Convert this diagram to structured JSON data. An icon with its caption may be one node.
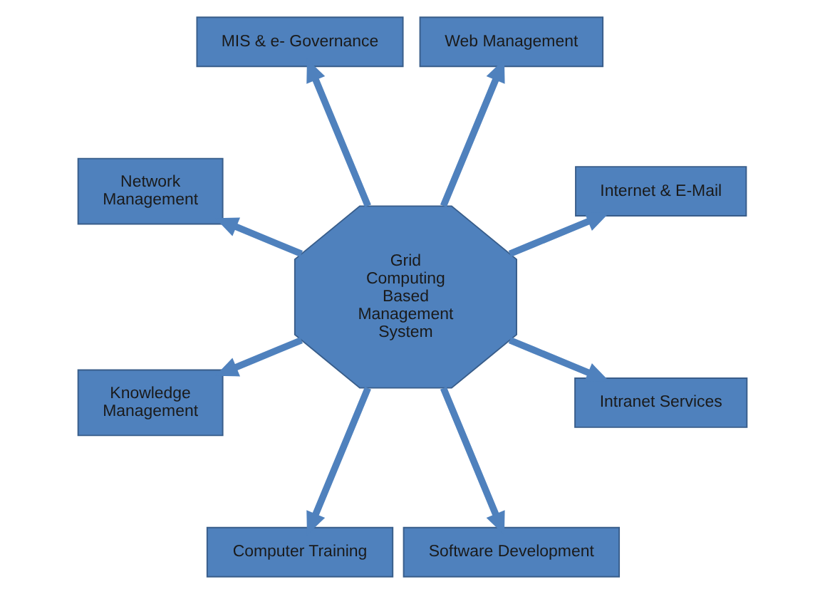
{
  "diagram": {
    "nodes": [
      {
        "text": [
          "Internet & E-Mail"
        ]
      },
      {
        "text": [
          "Web Management"
        ]
      },
      {
        "text": [
          "MIS & e- Governance"
        ]
      },
      {
        "text": [
          "Grid Computing Based Management System"
        ]
      },
      {
        "text": [
          "Network Management"
        ]
      },
      {
        "text": [
          "Knowledge Management"
        ]
      },
      {
        "text": [
          "Computer Training"
        ]
      },
      {
        "text": [
          "Software Development"
        ]
      },
      {
        "text": [
          "Intranet Services"
        ]
      }
    ],
    "edges": [
      {
        "from": 3,
        "to": 0,
        "arrow": "to"
      },
      {
        "from": 3,
        "to": 1,
        "arrow": "to"
      },
      {
        "from": 3,
        "to": 4,
        "arrow": "to"
      },
      {
        "from": 3,
        "to": 7,
        "arrow": "to"
      },
      {
        "from": 3,
        "to": 8,
        "arrow": "to"
      },
      {
        "from": 3,
        "to": 6,
        "arrow": "to"
      },
      {
        "from": 3,
        "to": 5,
        "arrow": "to"
      },
      {
        "from": 3,
        "to": 2,
        "arrow": "to"
      }
    ]
  }
}
